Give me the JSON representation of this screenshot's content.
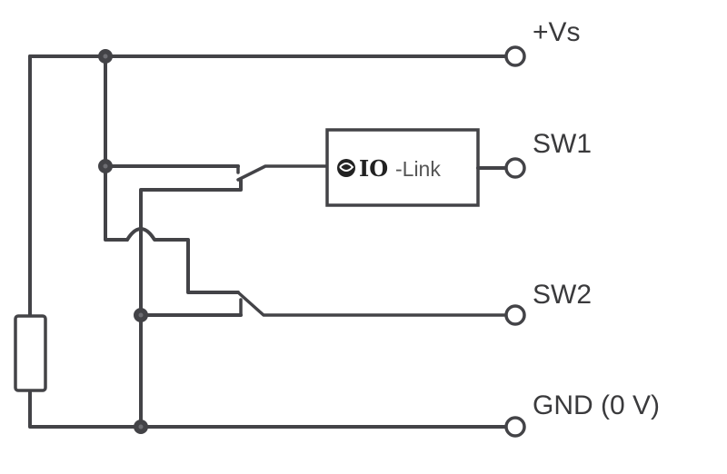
{
  "diagram": {
    "title": "",
    "type": "wiring-schematic",
    "terminals": [
      {
        "id": "vs",
        "label": "+Vs"
      },
      {
        "id": "sw1",
        "label": "SW1"
      },
      {
        "id": "sw2",
        "label": "SW2"
      },
      {
        "id": "gnd",
        "label": "GND (0 V)"
      }
    ],
    "io_link": {
      "prefix": "IO",
      "suffix": "-Link",
      "icon": "io-link-logo-icon"
    },
    "components": [
      "resistor",
      "switch-sw1",
      "switch-sw2",
      "io-link-module"
    ],
    "colors": {
      "wire": "#434347",
      "background": "#ffffff"
    }
  }
}
